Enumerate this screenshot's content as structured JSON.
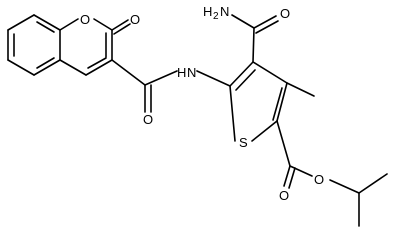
{
  "molecule": {
    "atoms": {
      "ring_oxygen": "O",
      "lactone_carbonyl_oxygen": "O",
      "amide_nitrogen": "N",
      "amide_nitrogen_h": "H",
      "amide_carbonyl_oxygen": "O",
      "carbamoyl_nitrogen": "N",
      "carbamoyl_h2": "H",
      "carbamoyl_h2_subscript": "2",
      "carbamoyl_oxygen": "O",
      "thiophene_sulfur": "S",
      "ester_carbonyl_oxygen": "O",
      "ester_oxygen": "O"
    }
  }
}
